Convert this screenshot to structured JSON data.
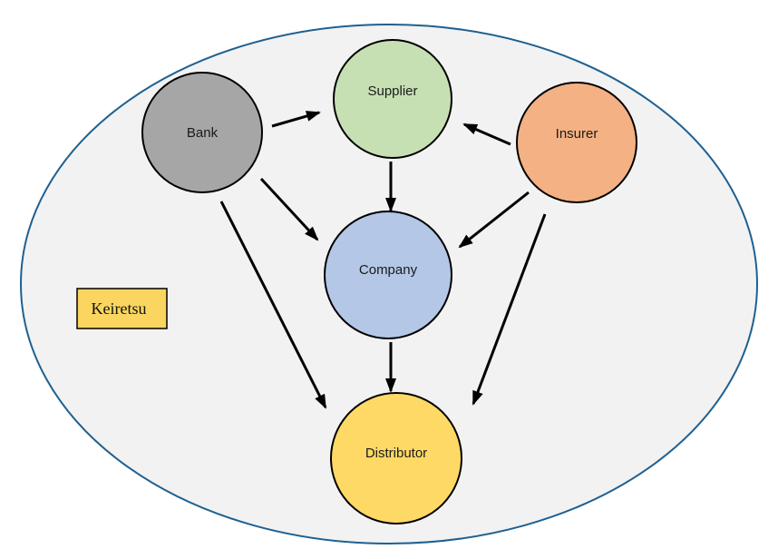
{
  "diagram": {
    "type": "network",
    "boundary": {
      "shape": "ellipse",
      "fill": "#F2F2F2",
      "stroke": "#1F6091"
    },
    "legend": {
      "label": "Keiretsu",
      "fill": "#FAD55F",
      "stroke": "#000000"
    },
    "nodes": [
      {
        "id": "bank",
        "label": "Bank",
        "fill": "#A6A6A6"
      },
      {
        "id": "supplier",
        "label": "Supplier",
        "fill": "#C6E0B4"
      },
      {
        "id": "insurer",
        "label": "Insurer",
        "fill": "#F4B183"
      },
      {
        "id": "company",
        "label": "Company",
        "fill": "#B4C7E7"
      },
      {
        "id": "distributor",
        "label": "Distributor",
        "fill": "#FFD966"
      }
    ],
    "edges": [
      {
        "from": "Bank",
        "to": "Supplier"
      },
      {
        "from": "Insurer",
        "to": "Supplier"
      },
      {
        "from": "Supplier",
        "to": "Company"
      },
      {
        "from": "Bank",
        "to": "Company"
      },
      {
        "from": "Insurer",
        "to": "Company"
      },
      {
        "from": "Bank",
        "to": "Distributor"
      },
      {
        "from": "Company",
        "to": "Distributor"
      },
      {
        "from": "Insurer",
        "to": "Distributor"
      }
    ],
    "edge_color": "#000000"
  }
}
